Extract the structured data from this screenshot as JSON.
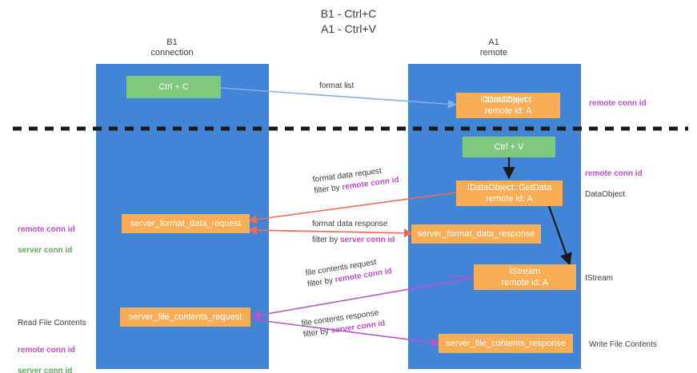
{
  "title": "B1 - Ctrl+C\nA1 - Ctrl+V",
  "colors": {
    "lane": "#4285d6",
    "node_orange": "#f9ad55",
    "node_green": "#7ec97e",
    "magenta": "#b94fc9",
    "green_text": "#5aa95a",
    "blue_arrow": "#7fb0e8",
    "red_arrow": "#ef6c5a",
    "black_arrow": "#1a1a1a",
    "divider": "#1a1a1a"
  },
  "lanes": [
    {
      "id": "b1",
      "title": "B1\nconnection"
    },
    {
      "id": "a1",
      "title": "A1\nremote"
    }
  ],
  "nodes": {
    "ctrl_c": {
      "line1": "Ctrl + C",
      "line2": ""
    },
    "ctrl_v": {
      "line1": "Ctrl + V",
      "line2": ""
    },
    "idataobject": {
      "line1": "IDataObject",
      "line2": "remote id: A"
    },
    "idataobject_ghost": {
      "line1": "IDataObject",
      "line2": ""
    },
    "getdata": {
      "line1": "IDataObject::GetData",
      "line2": "remote id: A"
    },
    "istream": {
      "line1": "IStream",
      "line2": "remote id: A"
    },
    "server_format_data_request": {
      "line1": "server_format_data_request",
      "line2": ""
    },
    "server_format_data_response": {
      "line1": "server_format_data_response",
      "line2": ""
    },
    "server_file_contents_request": {
      "line1": "server_file_contents_request",
      "line2": ""
    },
    "server_file_contents_response": {
      "line1": "server_file_contents_response",
      "line2": ""
    }
  },
  "edges": [
    {
      "id": "format-list",
      "label": "format list",
      "filter_prefix": "",
      "filter_value": ""
    },
    {
      "id": "format-data-request",
      "label": "format data request",
      "filter_prefix": "filter by ",
      "filter_value": "remote conn id"
    },
    {
      "id": "format-data-response",
      "label": "format data response",
      "filter_prefix": "filter by ",
      "filter_value": "server conn id"
    },
    {
      "id": "file-contents-request",
      "label": "file contents request",
      "filter_prefix": "filter by ",
      "filter_value": "remote conn id"
    },
    {
      "id": "file-contents-response",
      "label": "file contents response",
      "filter_prefix": "filter by ",
      "filter_value": "server conn id"
    }
  ],
  "right_labels": [
    {
      "id": "remote-conn-id-top",
      "text": "remote conn id",
      "style": "magenta"
    },
    {
      "id": "remote-conn-id-mid",
      "text": "remote conn id",
      "style": "magenta"
    },
    {
      "id": "dataobject",
      "text": "DataObject",
      "style": "plain"
    },
    {
      "id": "istream",
      "text": "IStream",
      "style": "plain"
    },
    {
      "id": "write-file-contents",
      "text": "Write File Contents",
      "style": "plain"
    }
  ],
  "left_labels": {
    "mid": {
      "magenta": "remote conn id",
      "green": "server conn id"
    },
    "bottom": {
      "plain": "Read File Contents",
      "magenta": "remote conn id",
      "green": "server conn id"
    }
  }
}
